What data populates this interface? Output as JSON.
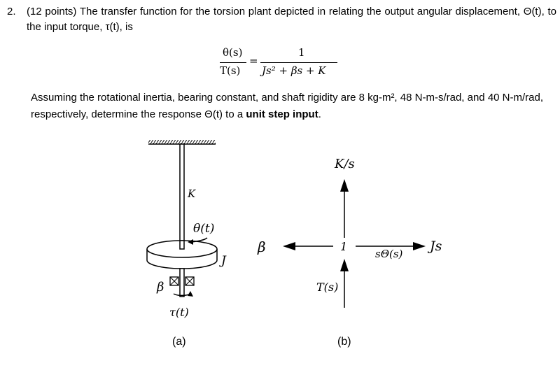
{
  "problem": {
    "number": "2.",
    "intro": "(12 points) The transfer function for the torsion plant depicted in relating the output angular displacement, Θ(t), to the input torque, τ(t), is",
    "equation": {
      "lhs_numerator": "θ(s)",
      "lhs_denominator": "T(s)",
      "equals": "=",
      "rhs_numerator": "1",
      "rhs_denominator": "Js² + βs + K"
    },
    "assumption_main": "Assuming the rotational inertia, bearing constant, and shaft rigidity are 8 kg-m², 48 N-m-s/rad, and 40 N-m/rad, respectively, determine the response Θ(t) to a ",
    "assumption_bold": "unit step input",
    "assumption_end": "."
  },
  "figure_a": {
    "label_K": "K",
    "label_theta": "θ(t)",
    "label_J": "J",
    "label_beta": "β",
    "label_tau": "τ(t)",
    "caption": "(a)"
  },
  "figure_b": {
    "label_K_over_s": "K/s",
    "label_beta": "β",
    "label_one": "1",
    "label_s_theta": "sΘ(s)",
    "label_Js": "Js",
    "label_T": "T(s)",
    "caption": "(b)"
  }
}
